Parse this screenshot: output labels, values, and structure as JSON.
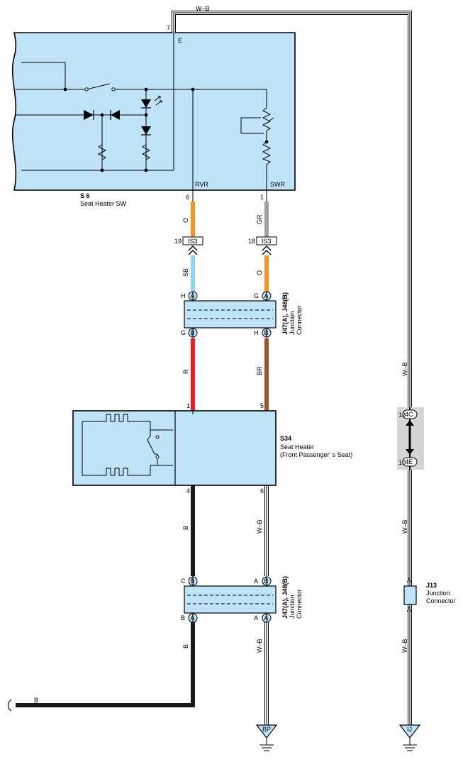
{
  "components": {
    "s6": {
      "ref": "S 6",
      "name": "Seat Heater SW",
      "term_e": "E",
      "term_rvr": "RVR",
      "term_swr": "SWR"
    },
    "s34": {
      "ref": "S34",
      "name": "Seat Heater",
      "name2": "(Front Passenger' s Seat)"
    },
    "j47_top": {
      "ref": "J47(A), J48(B)",
      "name": "Junction",
      "name2": "Connector"
    },
    "j47_bot": {
      "ref": "J47(A), J48(B)",
      "name": "Junction",
      "name2": "Connector"
    },
    "j13": {
      "ref": "J13",
      "name": "Junction",
      "name2": "Connector"
    },
    "is3_left": {
      "label": "IS3",
      "pin": "19"
    },
    "is3_right": {
      "label": "IS3",
      "pin": "18"
    }
  },
  "pins": {
    "e7": "7",
    "rvr6": "6",
    "swr1": "1",
    "s34_1": "1",
    "s34_5": "5",
    "s34_4": "4",
    "s34_6": "6",
    "jt_h": "H",
    "jt_a1": "A",
    "jt_g": "G",
    "jt_a2": "A",
    "jt_g2": "G",
    "jt_b1": "B",
    "jt_h2": "H",
    "jt_b2": "B",
    "jb_c": "C",
    "jb_b1": "B",
    "jb_a": "A",
    "jb_b2": "B",
    "jb_b3": "B",
    "jb_a1": "A",
    "jb_a3": "A",
    "jb_a2": "A",
    "c4c_pin": "12",
    "c4c": "4C",
    "c4e_pin": "10",
    "c4e": "4E",
    "j13_top": "A",
    "j13_bot": "A"
  },
  "wires": {
    "top": "W–B",
    "o1": "O",
    "gr": "GR",
    "sb": "SB",
    "o2": "O",
    "r": "R",
    "br": "BR",
    "b1": "B",
    "wb1": "W–B",
    "b2": "B",
    "wb2": "W–B",
    "b3": "B",
    "wb_r1": "W–B",
    "wb_r2": "W–B",
    "wb_r3": "W–B"
  },
  "grounds": {
    "bp": "BP",
    "ij": "IJ"
  },
  "colors": {
    "orange": "#f7941d",
    "gray": "#9d9fa2",
    "sky": "#8ed8f8",
    "red": "#ed1c24",
    "brown": "#a0522d",
    "black": "#1a1a1a",
    "box": "#bfe4f7",
    "joint": "#d6d6d6"
  }
}
